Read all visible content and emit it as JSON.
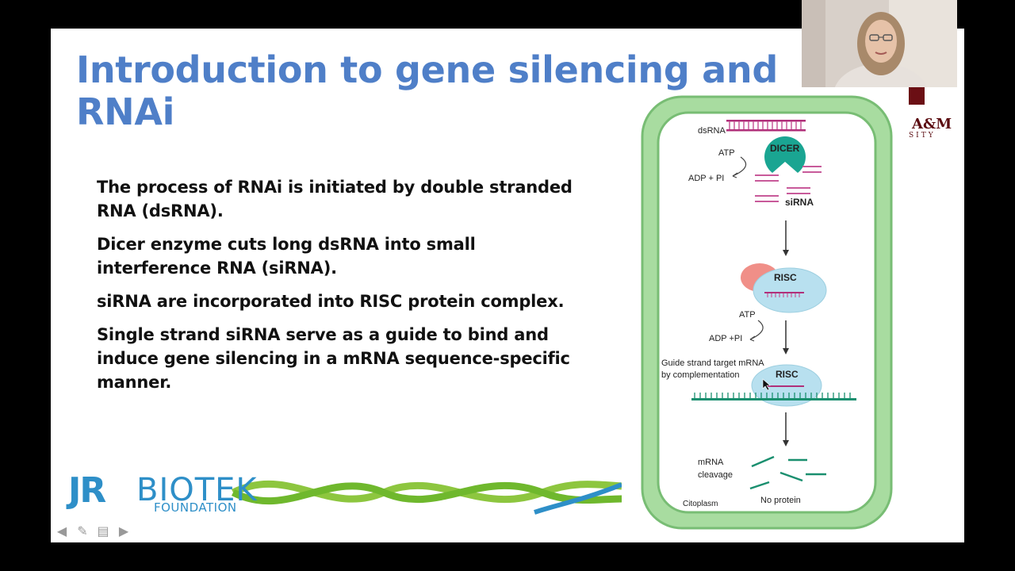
{
  "slide": {
    "title": "Introduction to gene silencing and RNAi",
    "bullets": [
      "The process of RNAi is initiated by double stranded RNA (dsRNA).",
      "Dicer enzyme cuts long dsRNA into small interference RNA (siRNA).",
      "siRNA are incorporated into RISC protein complex.",
      "Single strand siRNA serve as a guide to bind and induce gene silencing in a mRNA sequence-specific manner."
    ],
    "title_color": "#4f7fc8"
  },
  "logo": {
    "jr": "JR",
    "biotek": "BIOTEK",
    "foundation": "FOUNDATION",
    "color": "#2e8fc8"
  },
  "university": {
    "am": "A&M",
    "sity": "SITY"
  },
  "diagram": {
    "dsrna": "dsRNA",
    "atp1": "ATP",
    "adp1": "ADP + PI",
    "dicer": "DICER",
    "sirna": "siRNA",
    "risc1": "RISC",
    "atp2": "ATP",
    "adp2": "ADP +PI",
    "guide_line1": "Guide strand target mRNA",
    "guide_line2": "by complementation",
    "risc2": "RISC",
    "cleavage_line1": "mRNA",
    "cleavage_line2": "cleavage",
    "no_protein": "No protein",
    "citoplasm": "Citoplasm",
    "cell_color": "#8fcf8f"
  },
  "nav_icons": [
    "arrow-left-icon",
    "pen-icon",
    "menu-icon",
    "arrow-right-icon"
  ]
}
